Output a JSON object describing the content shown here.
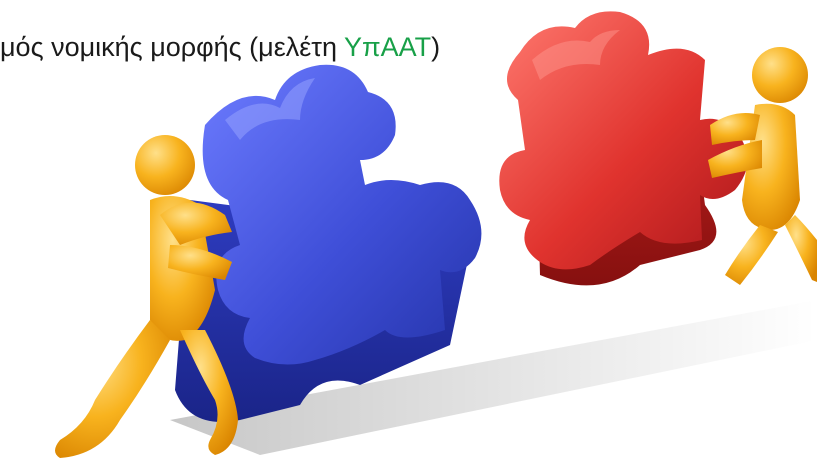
{
  "caption": {
    "lead": "μός νομικής μορφής (μελέτη ",
    "highlight": "ΥπΑΑΤ",
    "tail": ")"
  },
  "colors": {
    "blue_piece": "#3f4fd8",
    "red_piece": "#e0332e",
    "figure": "#f4a612",
    "highlight_text": "#18a048",
    "text": "#1a1a1a"
  },
  "scene": {
    "pieces": [
      "blue-puzzle-piece",
      "red-puzzle-piece"
    ],
    "figures": [
      "pushing-figure-left",
      "pushing-figure-right"
    ]
  }
}
